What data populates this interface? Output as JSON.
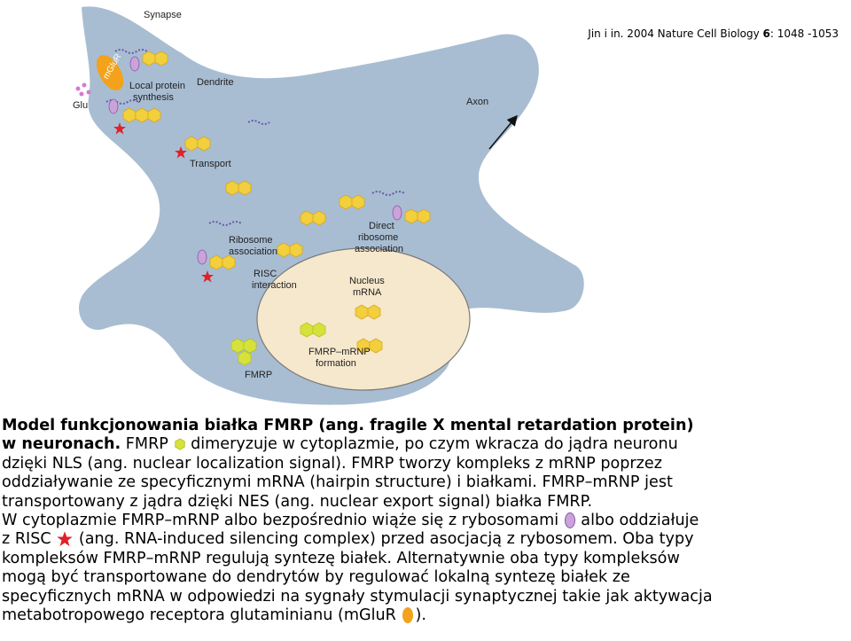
{
  "citation": {
    "authors": "Jin i in. 2004 Nature Cell Biology",
    "volume": "6",
    "pages": ": 1048 -1053"
  },
  "diagram_labels": {
    "synapse": "Synapse",
    "mglur": "mGluR",
    "glu": "Glu",
    "local_protein_1": "Local protein",
    "local_protein_2": "synthesis",
    "dendrite": "Dendrite",
    "axon": "Axon",
    "transport": "Transport",
    "direct_1": "Direct",
    "direct_2": "ribosome",
    "direct_3": "association",
    "ribosome_1": "Ribosome",
    "ribosome_2": "association",
    "risc_1": "RISC",
    "risc_2": "interaction",
    "nucleus_1": "Nucleus",
    "nucleus_2": "mRNA",
    "fmrp": "FMRP",
    "fmrp_mrnp_1": "FMRP–mRNP",
    "fmrp_mrnp_2": "formation"
  },
  "colors": {
    "cell": "#a8bdd2",
    "nucleus": "#f6e8cc",
    "fmrp_hex": "#f2cf3c",
    "fmrp_hex_green": "#d6e23c",
    "mrna": "#6a5aa8",
    "ribosome": "#c9a3d9",
    "risc_star": "#e2202a",
    "mglur": "#f2a21b",
    "glu": "#d47bd0"
  },
  "caption": {
    "bold_1": "Model funkcjonowania białka FMRP (ang. fragile X mental retardation protein)",
    "bold_2": "w neuronach.",
    "t1": " FMRP ",
    "t2": " dimeryzuje w cytoplazmie, po czym wkracza do jądra neuronu",
    "line3": "dzięki NLS (ang. nuclear localization signal). FMRP tworzy kompleks z mRNP poprzez",
    "line4": "oddziaływanie ze specyficznymi mRNA (hairpin structure) i białkami. FMRP–mRNP jest",
    "line5": "transportowany z jądra dzięki NES (ang. nuclear export signal) białka FMRP.",
    "line6a": "W cytoplazmie FMRP–mRNP albo bezpośrednio wiąże się z rybosomami ",
    "line6b": " albo oddziałuje",
    "line7a": "z RISC ",
    "line7b": " (ang. RNA-induced silencing complex) przed asocjacją z rybosomem. Oba typy",
    "line8": "kompleksów FMRP–mRNP regulują syntezę białek. Alternatywnie oba typy kompleksów",
    "line9": "mogą być transportowane do dendrytów by regulować lokalną syntezę białek ze",
    "line10": "specyficznych mRNA w odpowiedzi na sygnały stymulacji synaptycznej takie jak aktywacja",
    "line11a": "metabotropowego receptora glutaminianu (mGluR ",
    "line11b": ")."
  }
}
